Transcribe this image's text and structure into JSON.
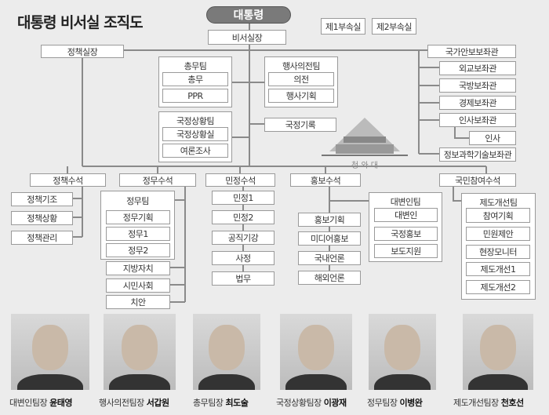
{
  "title": "대통령 비서실 조직도",
  "president": "대통령",
  "chief_of_staff": "비서실장",
  "attached_offices": [
    "제1부속실",
    "제2부속실"
  ],
  "policy_chief": "정책실장",
  "general_affairs_team": {
    "title": "총무팀",
    "units": [
      "총무",
      "PPR"
    ]
  },
  "protocol_team": {
    "title": "행사의전팀",
    "units": [
      "의전",
      "행사기획"
    ]
  },
  "state_affairs_team": {
    "title": "국정상황팀",
    "units": [
      "국정상황실",
      "여론조사"
    ]
  },
  "state_records": "국정기록",
  "security_advisor": "국가안보보좌관",
  "advisors": [
    "외교보좌관",
    "국방보좌관",
    "경제보좌관",
    "인사보좌관",
    "정보과학기술보좌관"
  ],
  "personnel": "인사",
  "palace_label": "청 와 대",
  "secretaries": {
    "policy": {
      "title": "정책수석",
      "units": [
        "정책기조",
        "정책상황",
        "정책관리"
      ]
    },
    "political": {
      "title": "정무수석",
      "team": "정무팀",
      "team_units": [
        "정무기획",
        "정무1",
        "정무2"
      ],
      "units": [
        "지방자치",
        "시민사회",
        "치안"
      ]
    },
    "civil": {
      "title": "민정수석",
      "units": [
        "민정1",
        "민정2",
        "공직기강",
        "사정",
        "법무"
      ]
    },
    "pr": {
      "title": "홍보수석",
      "units": [
        "홍보기획",
        "미디어홍보",
        "국내언론",
        "해외언론"
      ],
      "team": "대변인팀",
      "team_units": [
        "대변인",
        "국정홍보",
        "보도지원"
      ]
    },
    "participation": {
      "title": "국민참여수석",
      "team": "제도개선팀",
      "team_units": [
        "참여기획",
        "민원제안",
        "현장모니터",
        "제도개선1",
        "제도개선2"
      ]
    }
  },
  "people": [
    {
      "role": "대변인팀장",
      "name": "윤태영"
    },
    {
      "role": "행사의전팀장",
      "name": "서갑원"
    },
    {
      "role": "총무팀장",
      "name": "최도술"
    },
    {
      "role": "국정상황팀장",
      "name": "이광재"
    },
    {
      "role": "정무팀장",
      "name": "이병완"
    },
    {
      "role": "제도개선팀장",
      "name": "천호선"
    }
  ]
}
